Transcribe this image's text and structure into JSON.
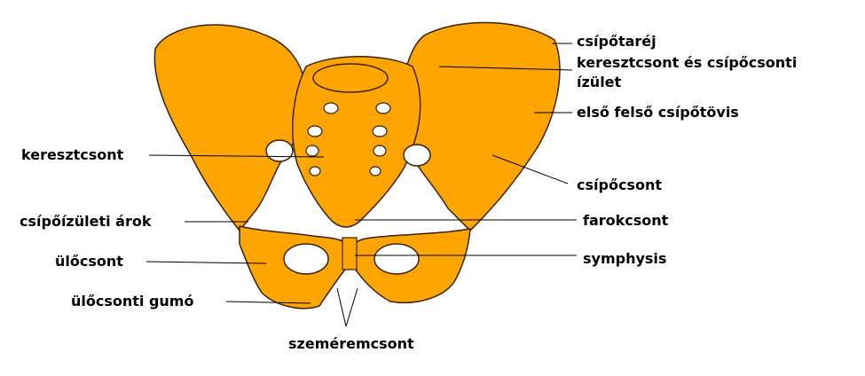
{
  "labels": {
    "crest": "csípőtaréj",
    "si_joint_1": "keresztcsont és csípőcsonti",
    "si_joint_2": "ízület",
    "asis": "első felső csípőtövis",
    "ilium": "csípőcsont",
    "coccyx": "farokcsont",
    "symphysis": "symphysis",
    "sacrum": "keresztcsont",
    "acetabulum": "csípőízületi árok",
    "ischium": "ülőcsont",
    "tuberosity": "ülőcsonti gumó",
    "pubis": "szeméremcsont"
  },
  "colors": {
    "bone": "#FFA500",
    "outline": "#3a2200",
    "label": "#000000"
  }
}
